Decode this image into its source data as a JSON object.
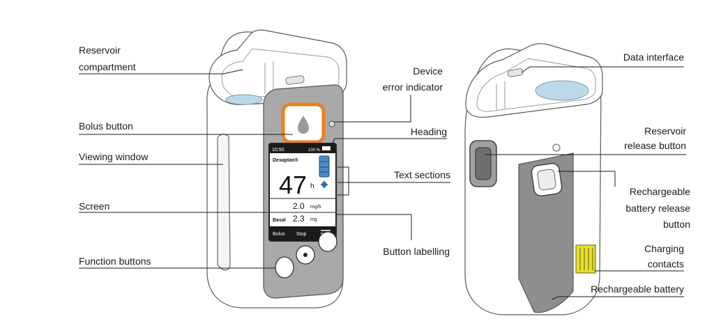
{
  "left_device": {
    "labels": {
      "reservoir_compartment": [
        "Reservoir",
        "compartment"
      ],
      "bolus_button": "Bolus button",
      "viewing_window": "Viewing window",
      "screen": "Screen",
      "function_buttons": "Function buttons",
      "device_error_indicator": [
        "Device",
        "error indicator"
      ],
      "heading": "Heading",
      "text_sections": "Text sections",
      "button_labelling": "Button labelling"
    },
    "screen": {
      "time": "10:50",
      "battery": "100 %",
      "drug": "Dexaptan®",
      "remaining_value": "47",
      "remaining_unit": "h",
      "rate_value": "2.0",
      "rate_unit": "mg/h",
      "basal_label": "Basal",
      "basal_value": "2.3",
      "basal_unit": "mg",
      "bolus_label": "Bolus",
      "stop_label": "Stop"
    }
  },
  "right_device": {
    "labels": {
      "data_interface": "Data interface",
      "reservoir_release_button": [
        "Reservoir",
        "release button"
      ],
      "rechargeable_battery_release_button": [
        "Rechargeable",
        "battery release",
        "button"
      ],
      "charging_contacts": [
        "Charging",
        "contacts"
      ],
      "rechargeable_battery": "Rechargeable battery"
    }
  },
  "colors": {
    "bolus_ring": "#e8821e",
    "device_frame": "#a9a9a9",
    "battery_grey": "#8e8e8e",
    "reservoir_blue": "#bcd9ea",
    "contacts_yellow": "#e9e21a",
    "screen_bar": "#1a1a1a"
  }
}
